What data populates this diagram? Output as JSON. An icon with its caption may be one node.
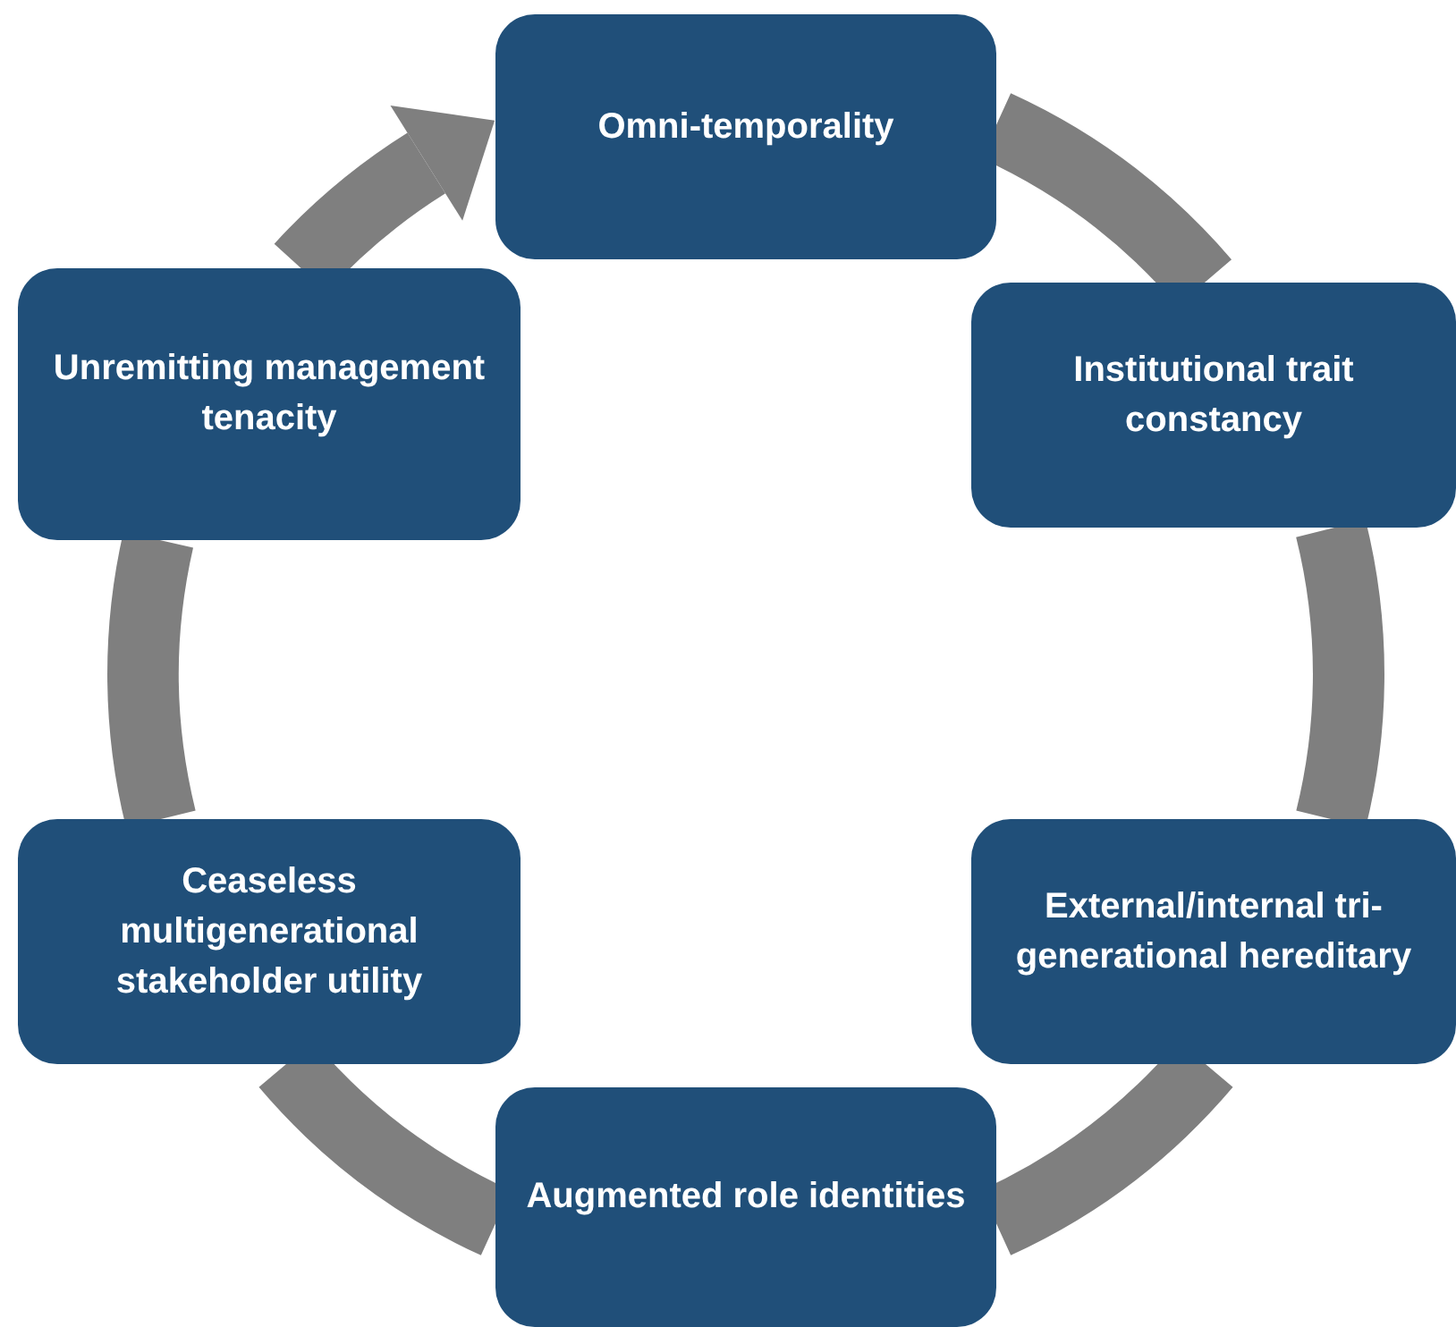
{
  "diagram": {
    "nodes": [
      {
        "text": [
          "Omni-temporality"
        ]
      },
      {
        "text": [
          "Institutional trait constancy"
        ]
      },
      {
        "text": [
          "External/internal tri-generational hereditary"
        ]
      },
      {
        "text": [
          "Augmented role identities"
        ]
      },
      {
        "text": [
          "Ceaseless multigenerational stakeholder utility"
        ]
      },
      {
        "text": [
          "Unremitting management tenacity"
        ]
      }
    ],
    "edges": [
      {
        "from": 0,
        "to": 1,
        "arrow": "none"
      },
      {
        "from": 1,
        "to": 2,
        "arrow": "none"
      },
      {
        "from": 2,
        "to": 3,
        "arrow": "none"
      },
      {
        "from": 3,
        "to": 4,
        "arrow": "none"
      },
      {
        "from": 4,
        "to": 5,
        "arrow": "none"
      },
      {
        "from": 5,
        "to": 0,
        "arrow": "to"
      }
    ]
  }
}
